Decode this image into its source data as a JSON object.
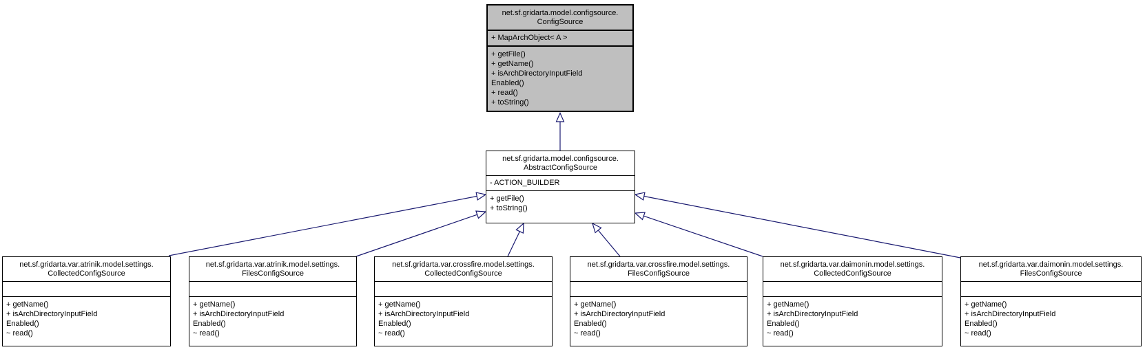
{
  "diagram": {
    "kind": "uml-class-inheritance-graph",
    "colors": {
      "edge": "#191970",
      "box_border": "#000000",
      "box_fill": "#ffffff",
      "highlighted_box_fill": "#bfbfbf",
      "text": "#000000"
    },
    "classes": {
      "root": {
        "title_line1": "net.sf.gridarta.model.configsource.",
        "title_line2": "ConfigSource",
        "attributes": [
          "+ MapArchObject< A >"
        ],
        "method_lines": [
          "+ getFile()",
          "+ getName()",
          "+ isArchDirectoryInputField",
          "Enabled()",
          "+ read()",
          "+ toString()"
        ],
        "highlighted": true
      },
      "abstract": {
        "title_line1": "net.sf.gridarta.model.configsource.",
        "title_line2": "AbstractConfigSource",
        "attributes": [
          "- ACTION_BUILDER"
        ],
        "method_lines": [
          "+ getFile()",
          "+ toString()"
        ]
      },
      "leaves": [
        {
          "title_line1": "net.sf.gridarta.var.atrinik.model.settings.",
          "title_line2": "CollectedConfigSource",
          "attributes": [],
          "method_lines": [
            "+ getName()",
            "+ isArchDirectoryInputField",
            "Enabled()",
            "~ read()"
          ]
        },
        {
          "title_line1": "net.sf.gridarta.var.atrinik.model.settings.",
          "title_line2": "FilesConfigSource",
          "attributes": [],
          "method_lines": [
            "+ getName()",
            "+ isArchDirectoryInputField",
            "Enabled()",
            "~ read()"
          ]
        },
        {
          "title_line1": "net.sf.gridarta.var.crossfire.model.settings.",
          "title_line2": "CollectedConfigSource",
          "attributes": [],
          "method_lines": [
            "+ getName()",
            "+ isArchDirectoryInputField",
            "Enabled()",
            "~ read()"
          ]
        },
        {
          "title_line1": "net.sf.gridarta.var.crossfire.model.settings.",
          "title_line2": "FilesConfigSource",
          "attributes": [],
          "method_lines": [
            "+ getName()",
            "+ isArchDirectoryInputField",
            "Enabled()",
            "~ read()"
          ]
        },
        {
          "title_line1": "net.sf.gridarta.var.daimonin.model.settings.",
          "title_line2": "CollectedConfigSource",
          "attributes": [],
          "method_lines": [
            "+ getName()",
            "+ isArchDirectoryInputField",
            "Enabled()",
            "~ read()"
          ]
        },
        {
          "title_line1": "net.sf.gridarta.var.daimonin.model.settings.",
          "title_line2": "FilesConfigSource",
          "attributes": [],
          "method_lines": [
            "+ getName()",
            "+ isArchDirectoryInputField",
            "Enabled()",
            "~ read()"
          ]
        }
      ]
    },
    "edges": [
      {
        "from": "net.sf.gridarta.model.configsource.AbstractConfigSource",
        "to": "net.sf.gridarta.model.configsource.ConfigSource",
        "type": "inheritance"
      },
      {
        "from": "net.sf.gridarta.var.atrinik.model.settings.CollectedConfigSource",
        "to": "net.sf.gridarta.model.configsource.AbstractConfigSource",
        "type": "inheritance"
      },
      {
        "from": "net.sf.gridarta.var.atrinik.model.settings.FilesConfigSource",
        "to": "net.sf.gridarta.model.configsource.AbstractConfigSource",
        "type": "inheritance"
      },
      {
        "from": "net.sf.gridarta.var.crossfire.model.settings.CollectedConfigSource",
        "to": "net.sf.gridarta.model.configsource.AbstractConfigSource",
        "type": "inheritance"
      },
      {
        "from": "net.sf.gridarta.var.crossfire.model.settings.FilesConfigSource",
        "to": "net.sf.gridarta.model.configsource.AbstractConfigSource",
        "type": "inheritance"
      },
      {
        "from": "net.sf.gridarta.var.daimonin.model.settings.CollectedConfigSource",
        "to": "net.sf.gridarta.model.configsource.AbstractConfigSource",
        "type": "inheritance"
      },
      {
        "from": "net.sf.gridarta.var.daimonin.model.settings.FilesConfigSource",
        "to": "net.sf.gridarta.model.configsource.AbstractConfigSource",
        "type": "inheritance"
      }
    ]
  }
}
